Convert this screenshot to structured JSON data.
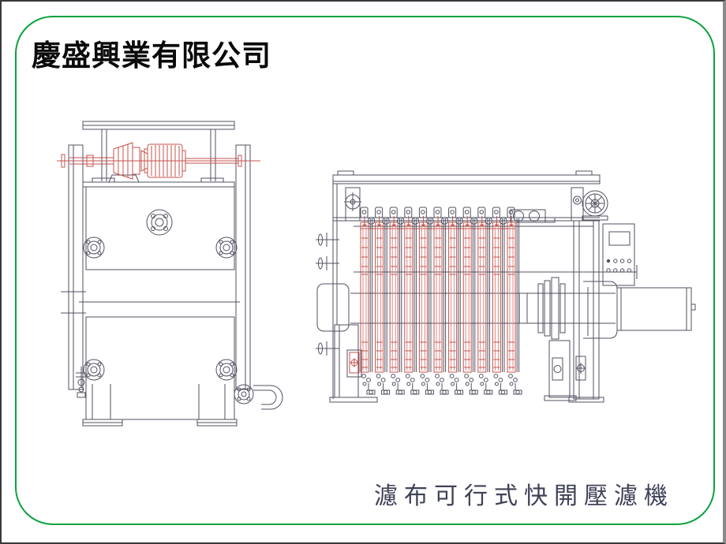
{
  "slide": {
    "title": "慶盛興業有限公司",
    "caption": "濾布可行式快開壓濾機"
  },
  "drawings": {
    "front_view": "filter-press-front-view-drawing",
    "side_view": "filter-press-side-view-drawing"
  },
  "colors": {
    "border_green": "#0aa23e",
    "line_dark": "#515161",
    "line_red": "#c4534d",
    "line_red_soft": "#d98a86",
    "caption_text": "#3f4257",
    "title_text": "#0a0a0a",
    "edge_dark": "#3a3a3a",
    "edge_gray": "#8a8a8a"
  }
}
